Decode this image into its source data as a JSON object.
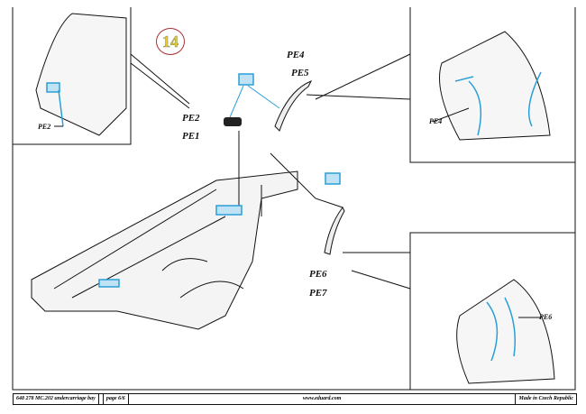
{
  "step_number": "14",
  "labels": {
    "pe1": "PE1",
    "pe2": "PE2",
    "pe4": "PE4",
    "pe5": "PE5",
    "pe6": "PE6",
    "pe7": "PE7",
    "inset_pe2": "PE2",
    "inset_pe4": "PE4",
    "inset_pe6": "PE6"
  },
  "footer": {
    "code": "648 278  MC.202 undercarriage bay",
    "page": "page 6/6",
    "website": "www.eduard.com",
    "origin": "Made in Czech Republic"
  },
  "colors": {
    "part_blue": "#2a9fd6",
    "step_yellow": "#e6d020"
  }
}
